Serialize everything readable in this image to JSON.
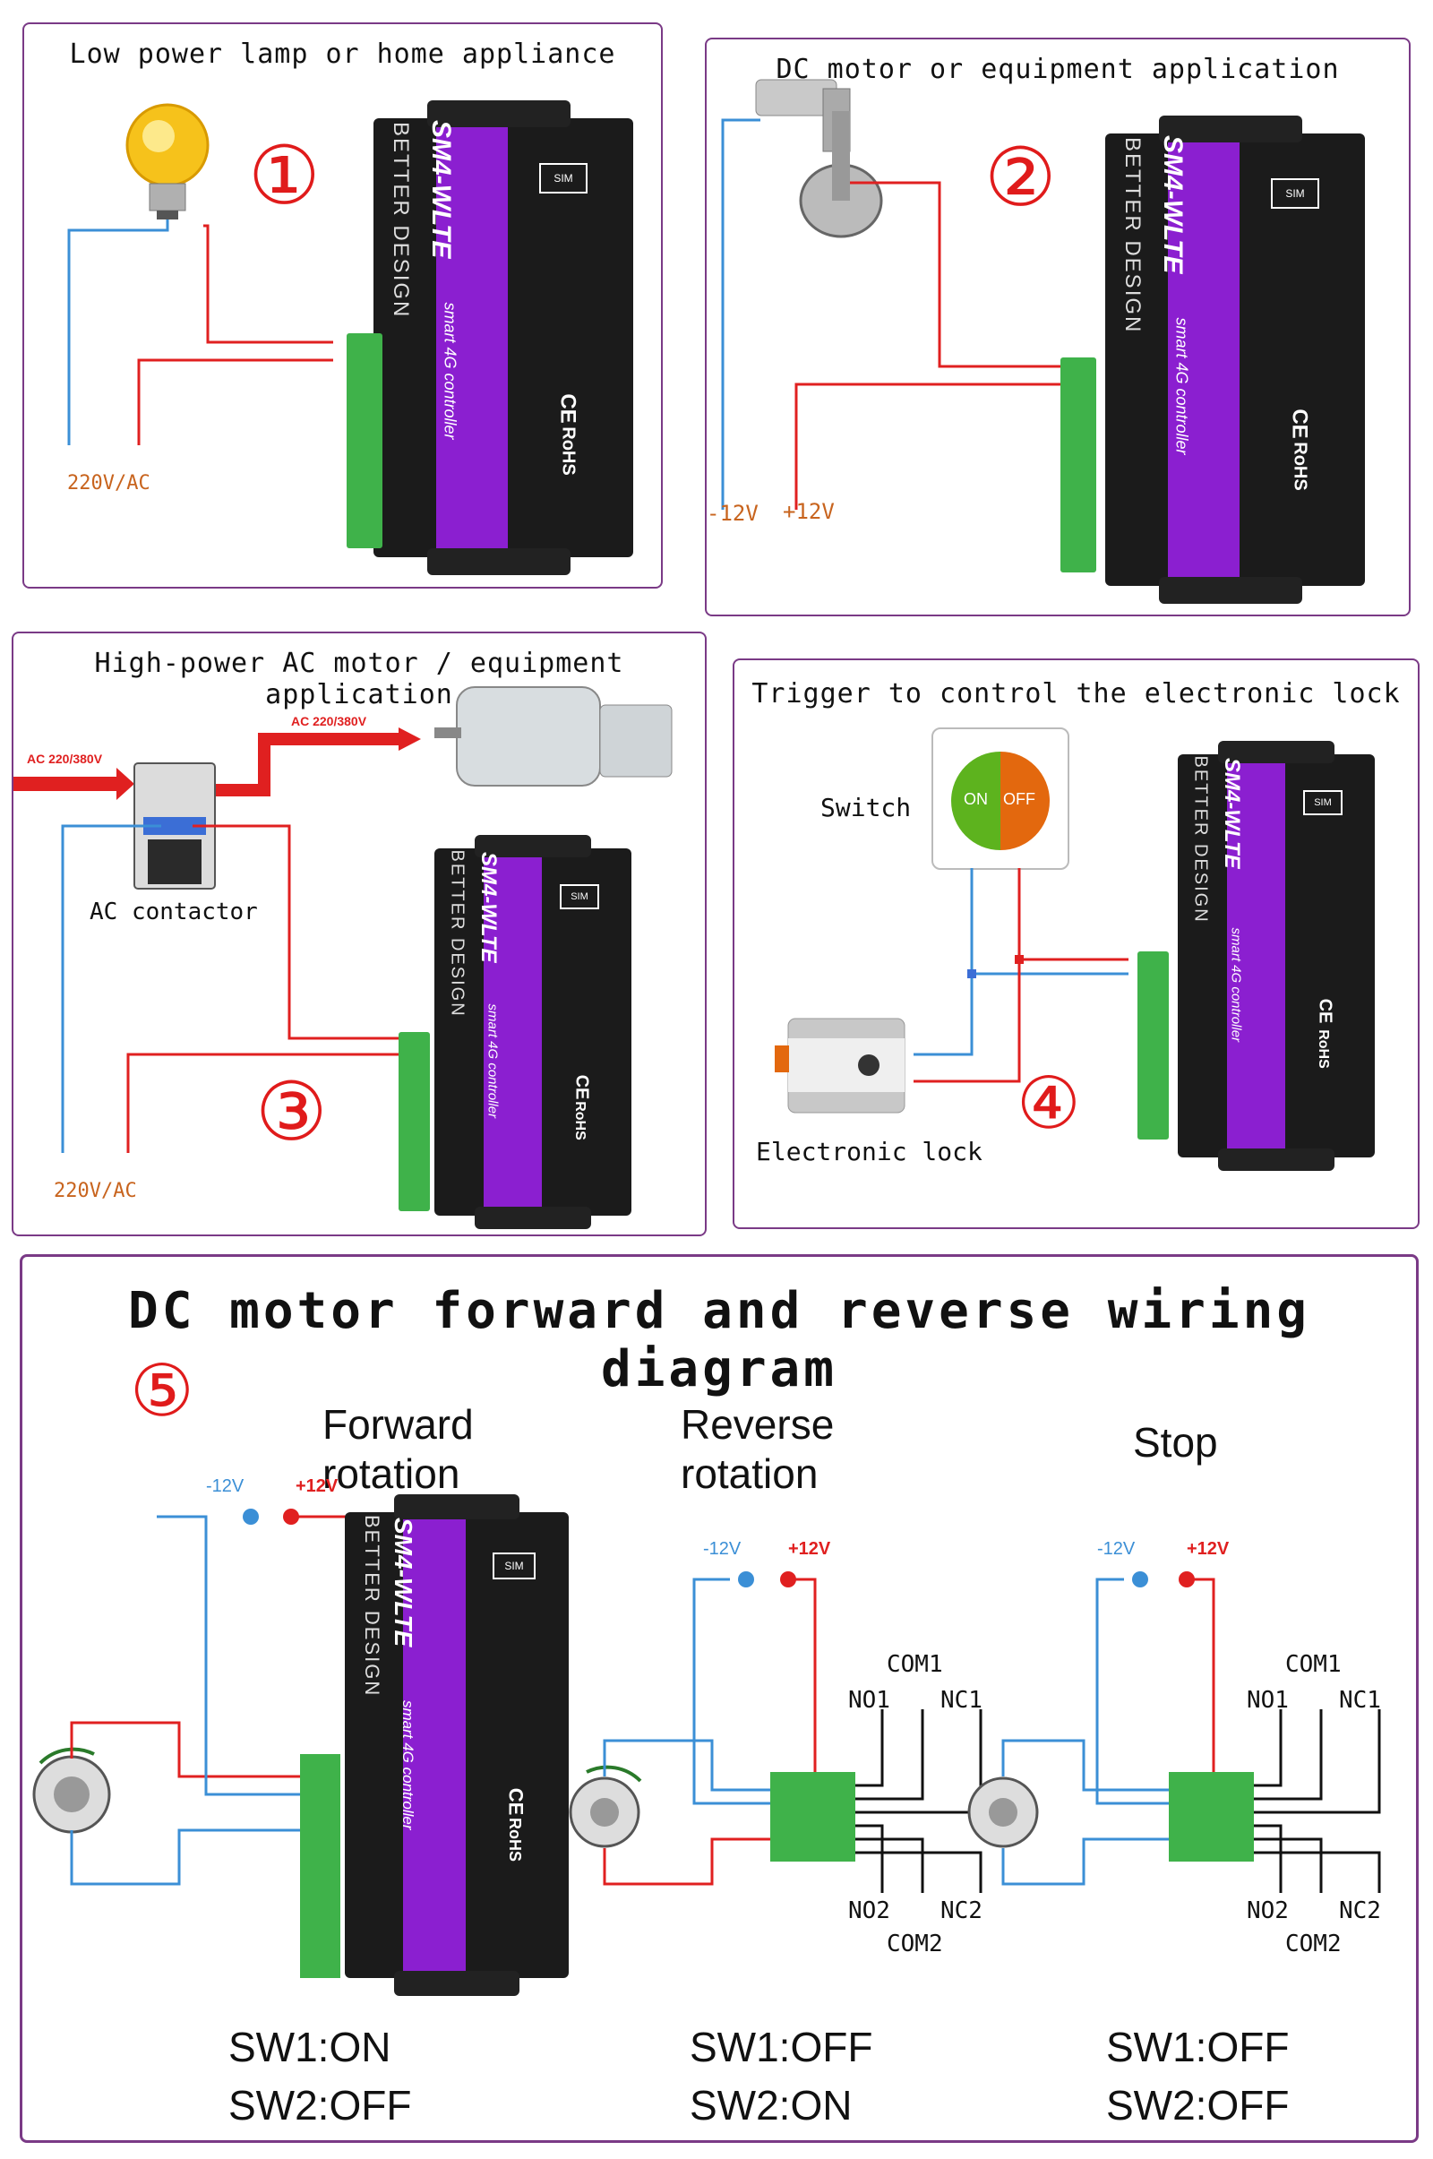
{
  "panel1": {
    "title": "Low power lamp or home appliance",
    "number": "①",
    "voltage": "220V/AC"
  },
  "panel2": {
    "title": "DC motor or equipment application",
    "number": "②",
    "neg_label": "-12V",
    "pos_label": "+12V"
  },
  "panel3": {
    "title": "High-power AC motor / equipment application",
    "number": "③",
    "ac_in": "AC 220/380V",
    "ac_out": "AC 220/380V",
    "contactor": "AC contactor",
    "voltage": "220V/AC"
  },
  "panel4": {
    "title": "Trigger to control the electronic lock",
    "number": "④",
    "switch_label": "Switch",
    "on": "ON",
    "off": "OFF",
    "lock_label": "Electronic lock"
  },
  "panel5": {
    "title": "DC motor forward and reverse wiring diagram",
    "number": "⑤",
    "forward": "Forward\nrotation",
    "reverse": "Reverse\nrotation",
    "stop": "Stop",
    "neg": "-12V",
    "pos": "+12V",
    "com1": "COM1",
    "no1": "NO1",
    "nc1": "NC1",
    "no2": "NO2",
    "nc2": "NC2",
    "com2": "COM2",
    "fwd_sw1": "SW1:ON",
    "fwd_sw2": "SW2:OFF",
    "rev_sw1": "SW1:OFF",
    "rev_sw2": "SW2:ON",
    "stop_sw1": "SW1:OFF",
    "stop_sw2": "SW2:OFF"
  },
  "device": {
    "brand": "BETTER DESIGN",
    "model": "SM4-WLTE",
    "subtitle": "smart 4G controller",
    "sim": "SIM",
    "ce": "CE",
    "rohs": "RoHS"
  },
  "colors": {
    "panel_border": "#7a3a86",
    "red_wire": "#e02020",
    "blue_wire": "#3b8fd6",
    "label_orange": "#c8641e",
    "number_red": "#e01b1b",
    "purple": "#8b1fd0",
    "terminal_green": "#3fb24a"
  }
}
